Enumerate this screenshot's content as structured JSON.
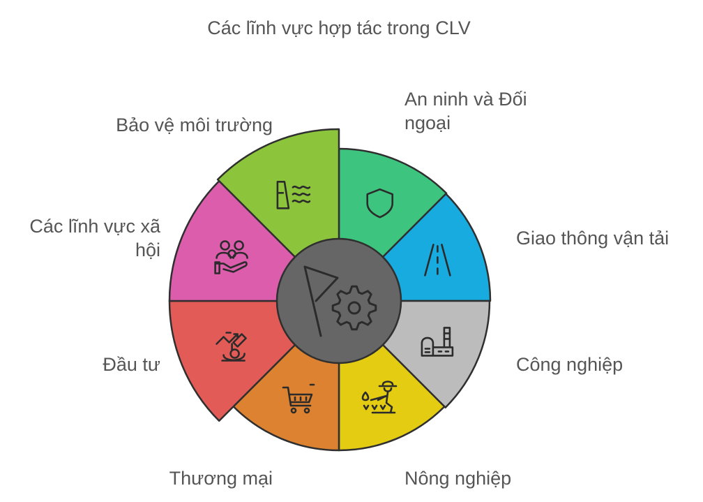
{
  "title": "Các lĩnh vực hợp tác trong CLV",
  "segments": [
    {
      "label": "An ninh và Đối ngoại",
      "label_lines": [
        "An ninh và Đối",
        "ngoại"
      ],
      "color": "#3dc47e",
      "icon": "shield-icon"
    },
    {
      "label": "Giao thông vận tải",
      "label_lines": [
        "Giao thông vận tải"
      ],
      "color": "#17abe0",
      "icon": "road-icon"
    },
    {
      "label": "Công nghiệp",
      "label_lines": [
        "Công nghiệp"
      ],
      "color": "#bcbcbc",
      "icon": "factory-icon"
    },
    {
      "label": "Nông nghiệp",
      "label_lines": [
        "Nông nghiệp"
      ],
      "color": "#e3cc12",
      "icon": "farmer-icon"
    },
    {
      "label": "Thương mại",
      "label_lines": [
        "Thương mại"
      ],
      "color": "#dd8230",
      "icon": "shopping-cart-icon"
    },
    {
      "label": "Đầu tư",
      "label_lines": [
        "Đầu tư"
      ],
      "color": "#e35b57",
      "icon": "investment-icon"
    },
    {
      "label": "Các lĩnh vực xã hội",
      "label_lines": [
        "Các lĩnh vực xã",
        "hội"
      ],
      "color": "#db5dab",
      "icon": "community-care-icon"
    },
    {
      "label": "Bảo vệ môi trường",
      "label_lines": [
        "Bảo vệ môi trường"
      ],
      "color": "#8cc43c",
      "icon": "dam-icon"
    }
  ],
  "hub": {
    "color": "#666666",
    "icons": [
      "flag-icon",
      "gear-icon"
    ]
  }
}
